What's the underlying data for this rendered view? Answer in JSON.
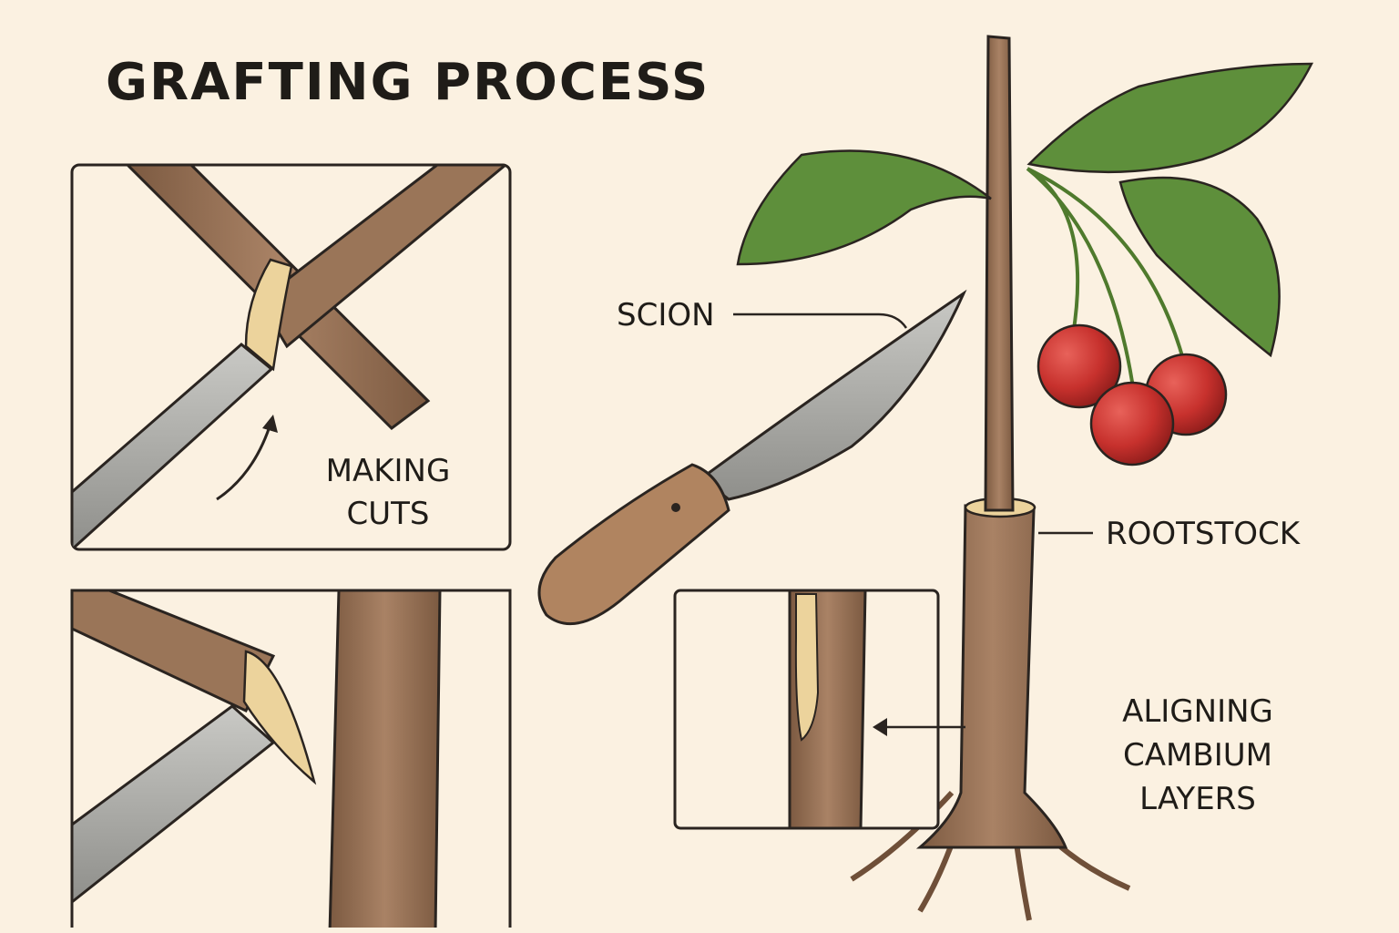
{
  "title": "GRAFTING PROCESS",
  "labels": {
    "making_cuts": [
      "MAKING",
      "CUTS"
    ],
    "scion": "SCION",
    "rootstock": "ROOTSTOCK",
    "aligning": [
      "ALIGNING",
      "CAMBIUM",
      "LAYERS"
    ]
  },
  "colors": {
    "background": "#fbf1e1",
    "bark": "#9a7558",
    "bark_dark": "#6f4f38",
    "cut_wood": "#ecd39c",
    "blade": "#a8a8a4",
    "leaf": "#5e8f3b",
    "cherry": "#c7312d",
    "outline": "#2a2420"
  }
}
